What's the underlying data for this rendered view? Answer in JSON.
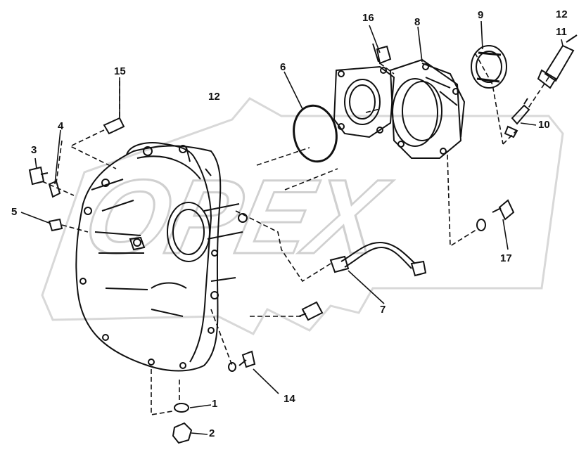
{
  "diagram": {
    "watermark_text": "OPEX",
    "parts": [
      {
        "id": "p1",
        "label": "1"
      },
      {
        "id": "p2",
        "label": "2"
      },
      {
        "id": "p3",
        "label": "3"
      },
      {
        "id": "p4",
        "label": "4"
      },
      {
        "id": "p5",
        "label": "5"
      },
      {
        "id": "p6",
        "label": "6"
      },
      {
        "id": "p7",
        "label": "7"
      },
      {
        "id": "p8",
        "label": "8"
      },
      {
        "id": "p9",
        "label": "9"
      },
      {
        "id": "p10",
        "label": "10"
      },
      {
        "id": "p11",
        "label": "11"
      },
      {
        "id": "p12a",
        "label": "12"
      },
      {
        "id": "p12b",
        "label": "12"
      },
      {
        "id": "p14",
        "label": "14"
      },
      {
        "id": "p15",
        "label": "15"
      },
      {
        "id": "p16",
        "label": "16"
      },
      {
        "id": "p17",
        "label": "17"
      }
    ]
  }
}
